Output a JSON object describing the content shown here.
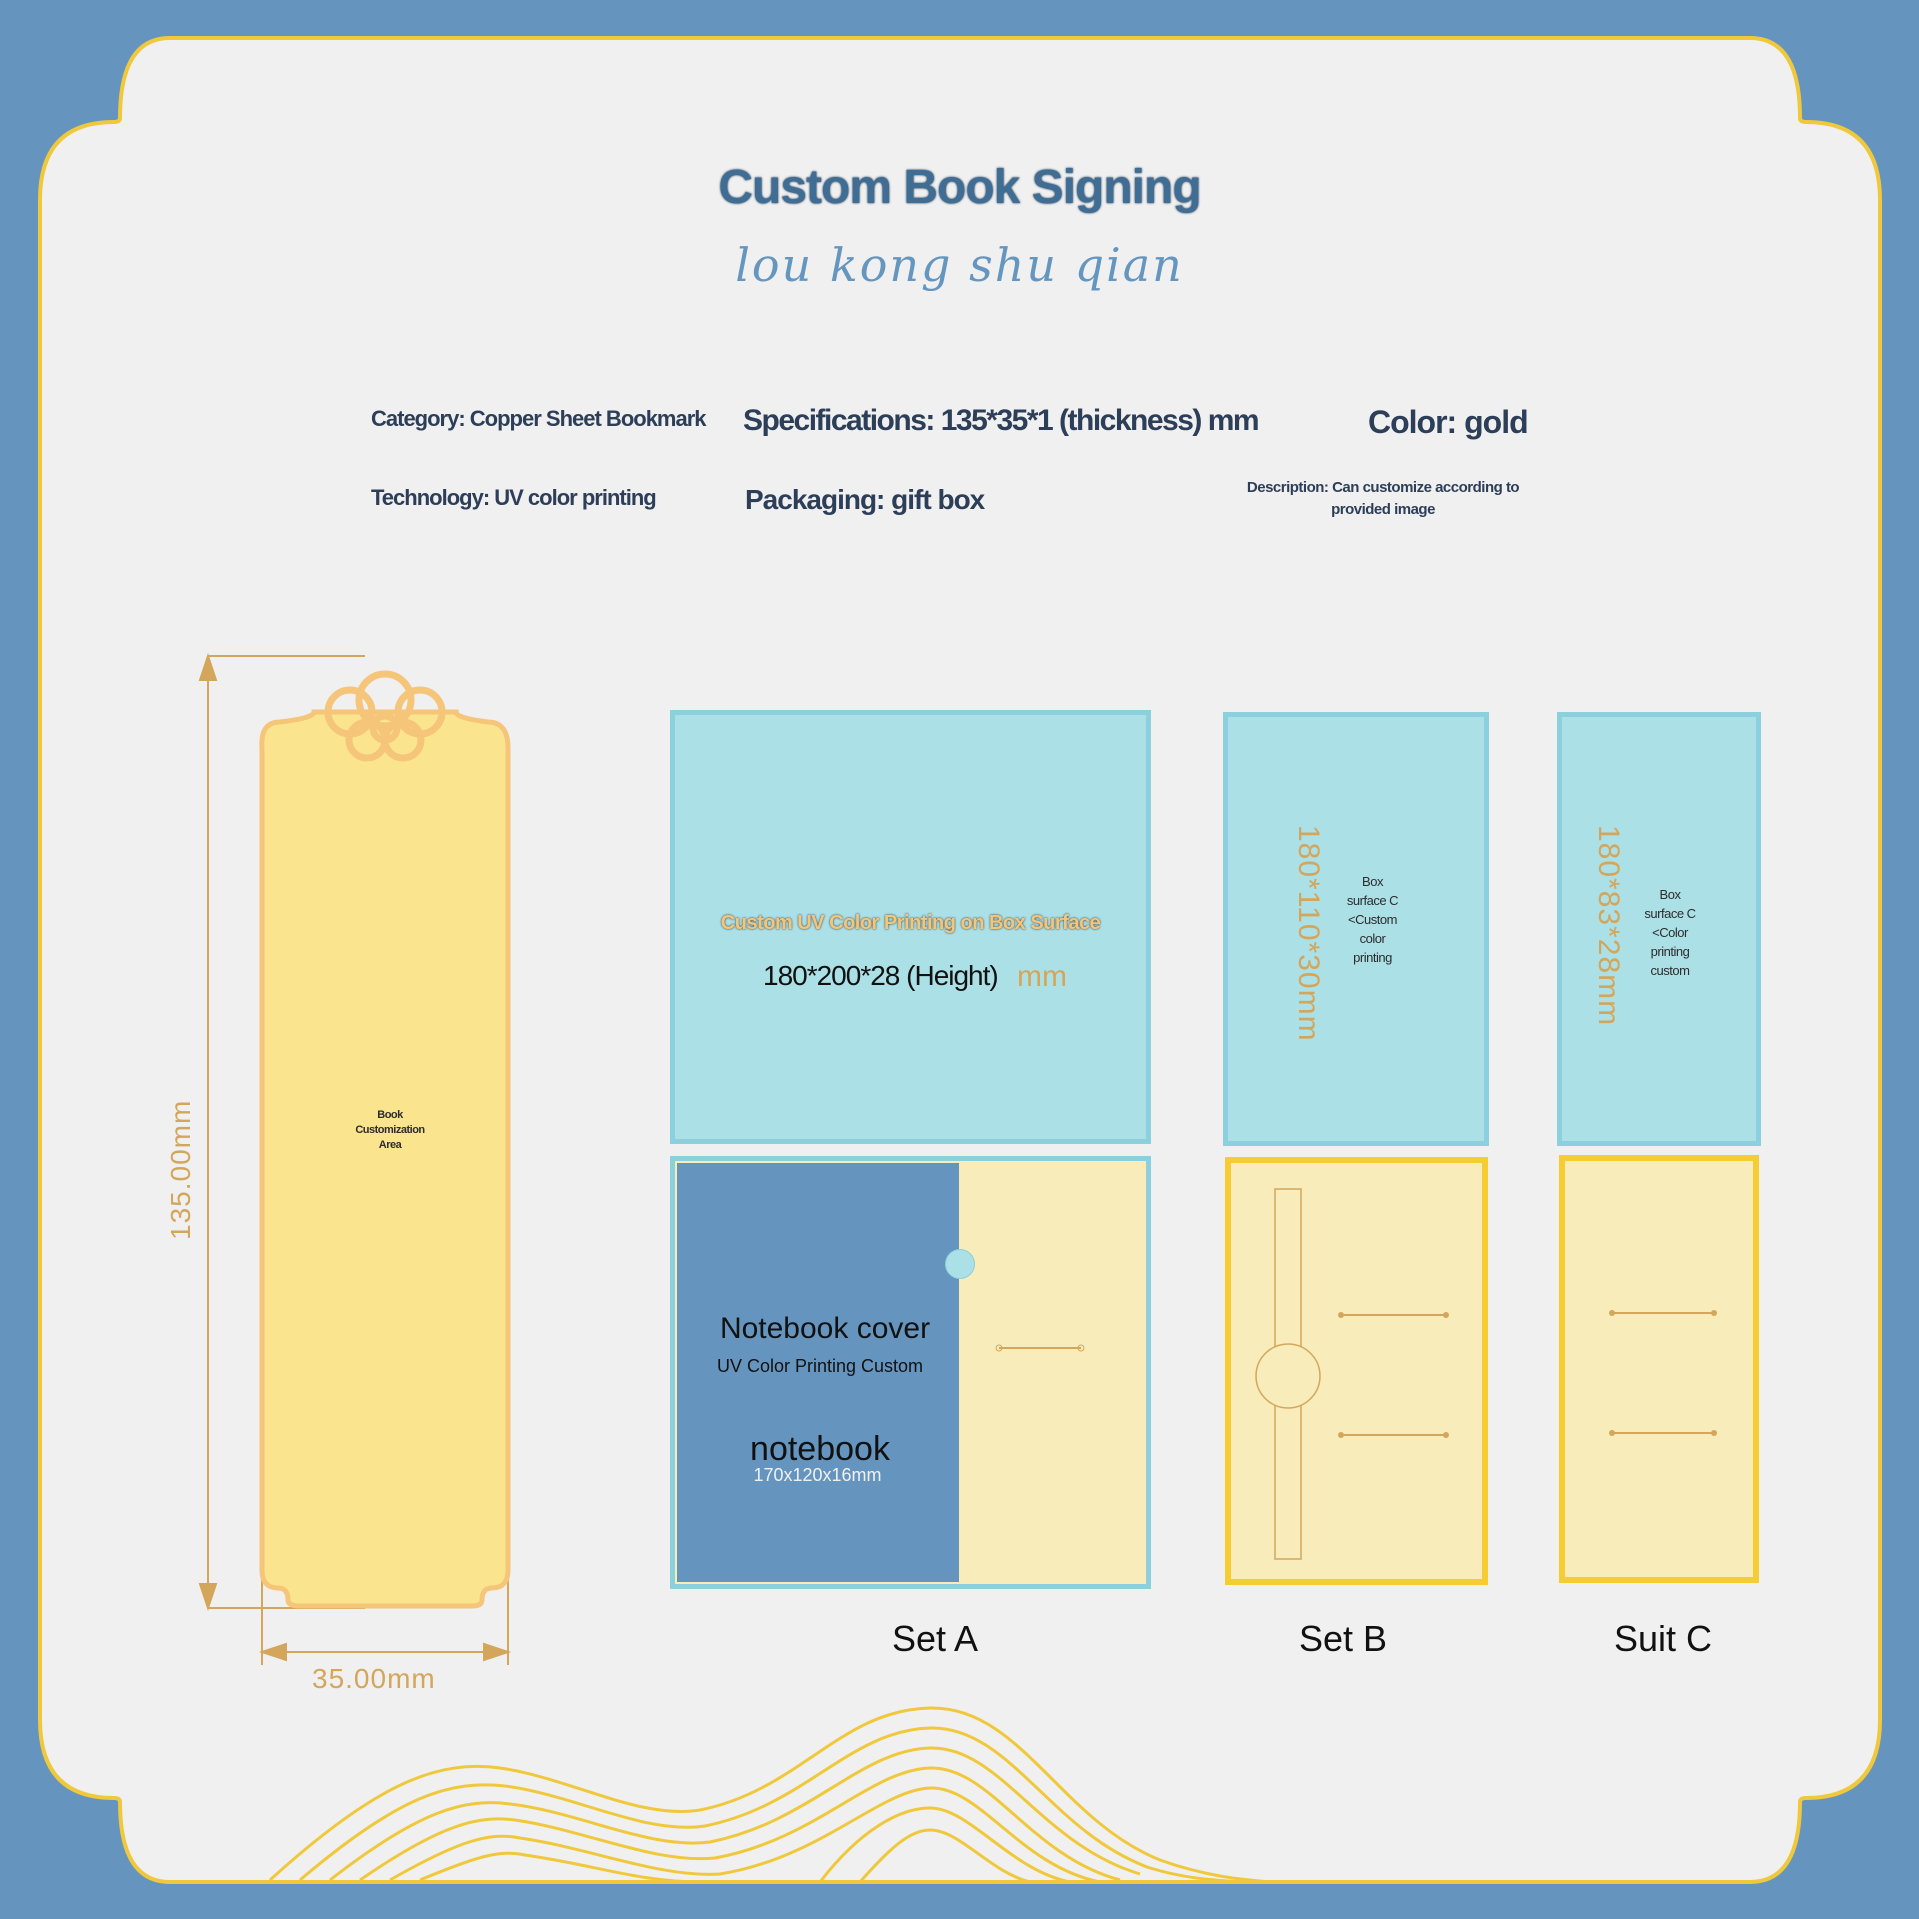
{
  "header": {
    "title": "Custom Book Signing",
    "subtitle": "lou kong shu qian"
  },
  "specs": {
    "category": "Category: Copper Sheet Bookmark",
    "specifications": "Specifications: 135*35*1 (thickness) mm",
    "color": "Color: gold",
    "technology": "Technology: UV color printing",
    "packaging": "Packaging: gift box",
    "description": "Description: Can customize according to provided image"
  },
  "bookmark": {
    "area_label": "Book Customization Area",
    "height_dim": "135.00mm",
    "width_dim": "35.00mm"
  },
  "set_a": {
    "box_text": "Custom UV Color Printing on Box Surface",
    "box_size": "180*200*28 (Height)",
    "box_unit": "mm",
    "notebook_cover": "Notebook cover",
    "notebook_cover_sub": "UV Color Printing Custom",
    "notebook": "notebook",
    "notebook_size": "170x120x16mm",
    "label": "Set A"
  },
  "set_b": {
    "box_size": "180*110*30mm",
    "box_text": "Box surface C <Custom color printing",
    "label": "Set B"
  },
  "suit_c": {
    "box_size": "180*83*28mm",
    "box_text": "Box surface C <Color printing custom",
    "label": "Suit C"
  },
  "colors": {
    "background": "#6595be",
    "panel": "#f0f0f0",
    "gold_border": "#f0c83c",
    "box_blue": "#abe0e6",
    "box_yellow": "#f8ecbb",
    "bookmark": "#fbe48e",
    "dimension": "#d4a65c"
  }
}
